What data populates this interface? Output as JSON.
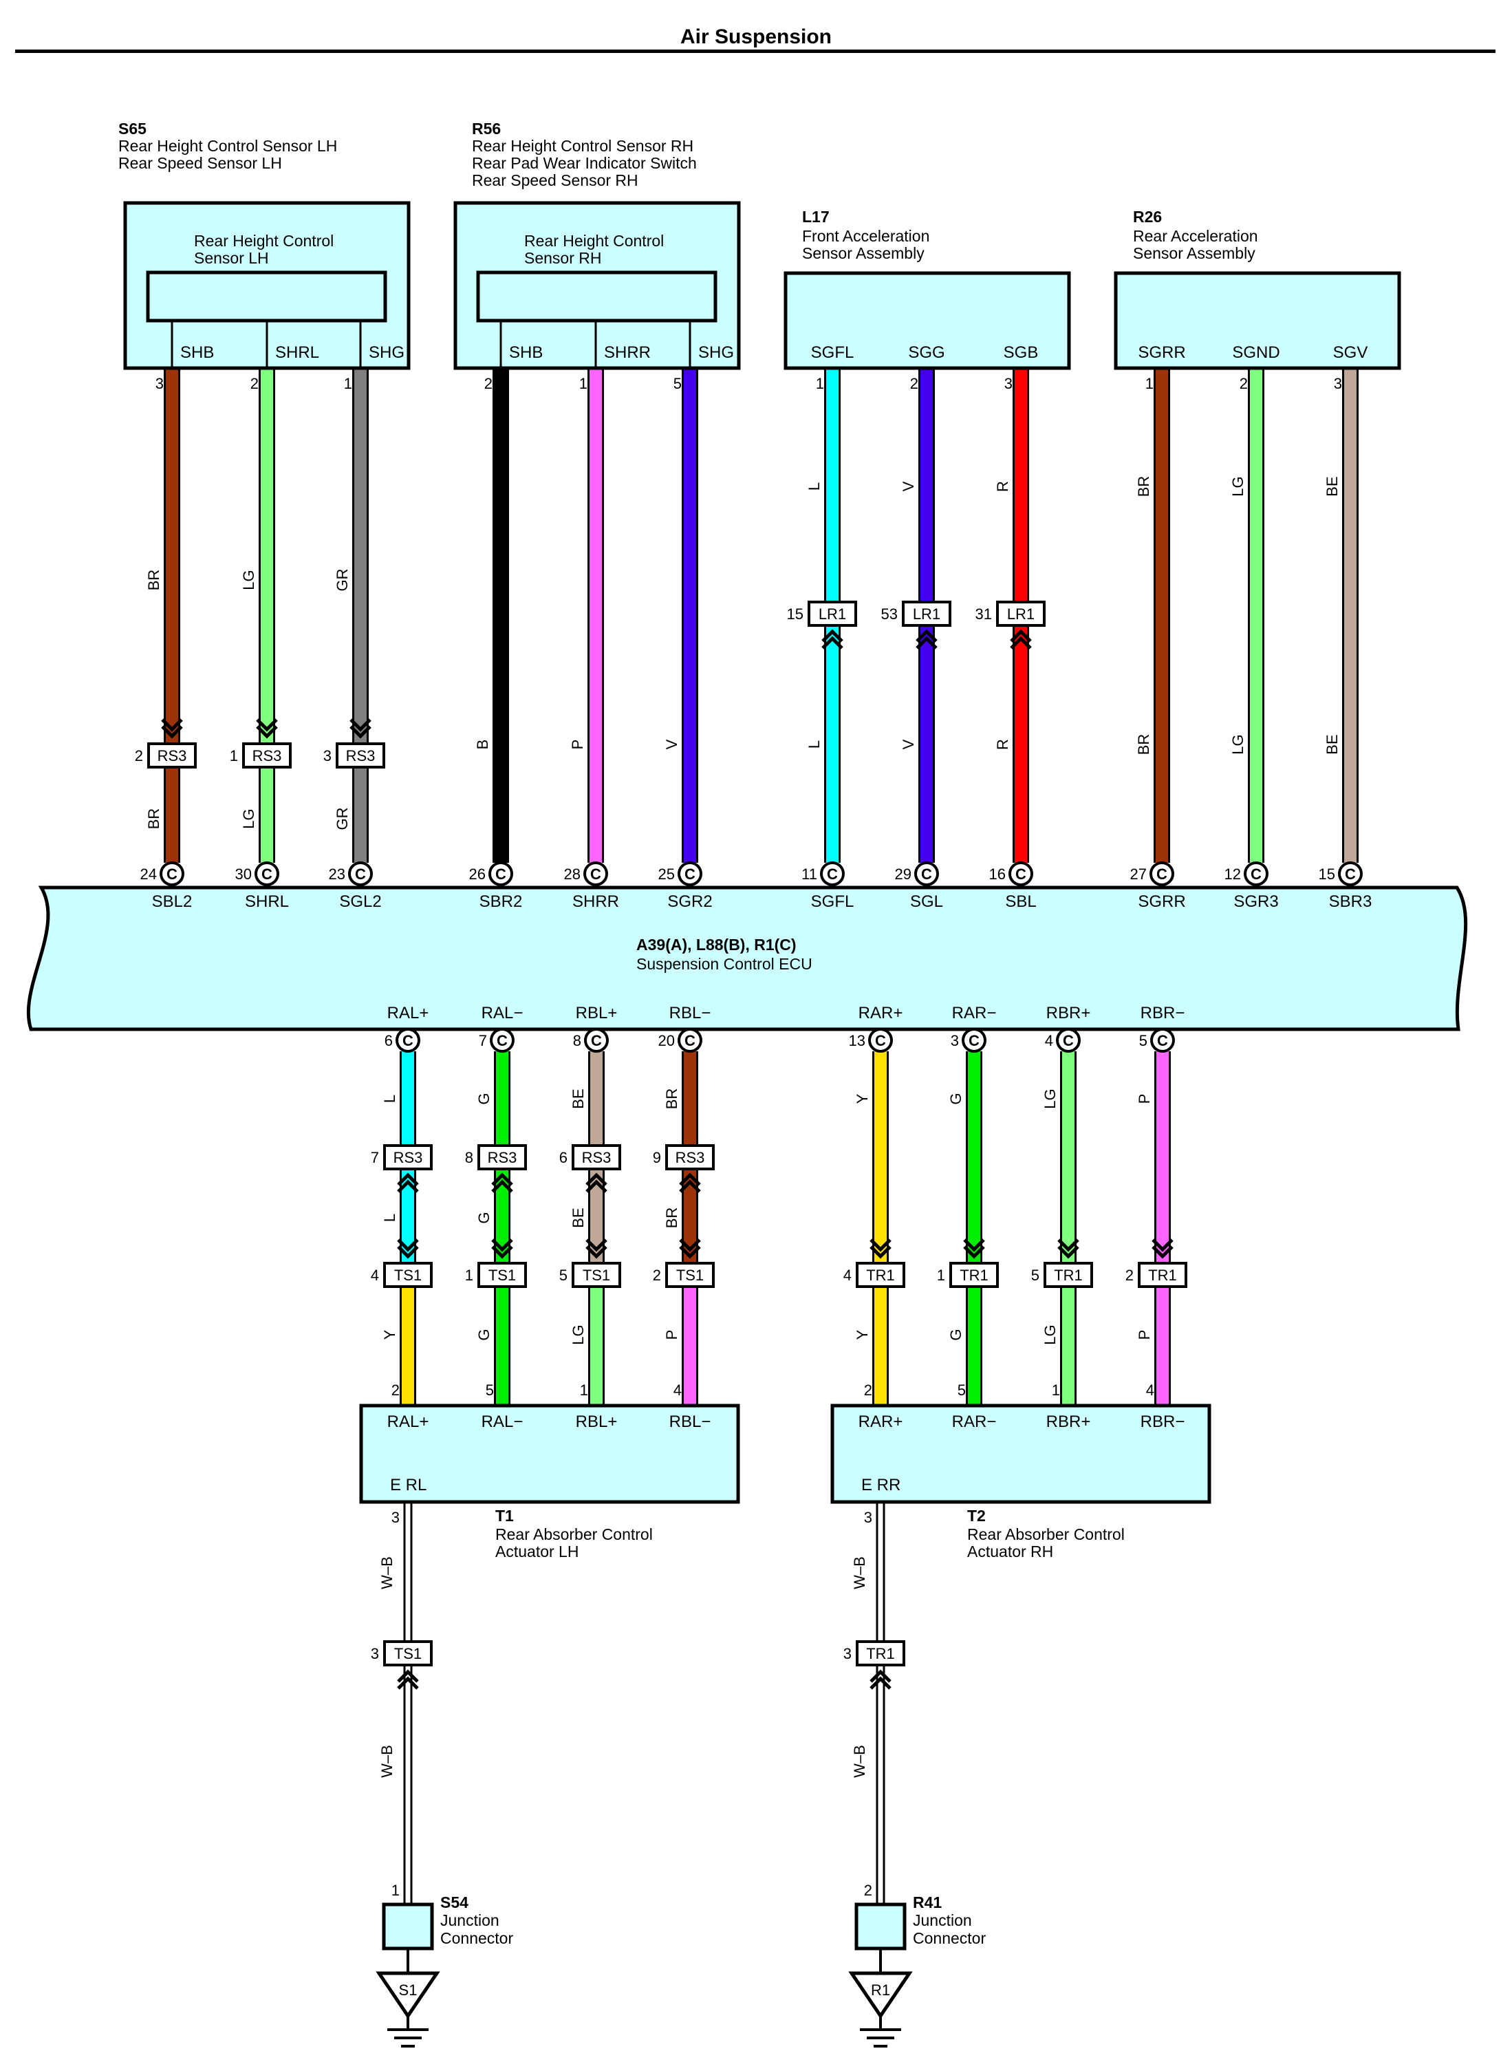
{
  "title": "Air Suspension",
  "colors": {
    "box_fill": "#ccffff",
    "BR": "#9e3308",
    "LG": "#80ff80",
    "GR": "#808080",
    "B": "#000000",
    "P": "#ff66ff",
    "V": "#4400ee",
    "L": "#00ffff",
    "R": "#ff0000",
    "BE": "#c0a898",
    "G": "#00ee00",
    "Y": "#ffe000"
  },
  "ecu": {
    "ref": "A39(A), L88(B), R1(C)",
    "name": "Suspension Control ECU"
  },
  "components": [
    {
      "ref": "S65",
      "lines": [
        "Rear Height Control Sensor LH",
        "Rear Speed Sensor LH"
      ],
      "inner": [
        "Rear Height Control",
        "Sensor LH"
      ],
      "pins": [
        "SHB",
        "SHRL",
        "SHG"
      ]
    },
    {
      "ref": "R56",
      "lines": [
        "Rear Height Control Sensor RH",
        "Rear Pad Wear Indicator Switch",
        "Rear Speed Sensor RH"
      ],
      "inner": [
        "Rear Height Control",
        "Sensor RH"
      ],
      "pins": [
        "SHB",
        "SHRR",
        "SHG"
      ]
    },
    {
      "ref": "L17",
      "lines": [
        "Front Acceleration",
        "Sensor Assembly"
      ],
      "pins": [
        "SGFL",
        "SGG",
        "SGB"
      ]
    },
    {
      "ref": "R26",
      "lines": [
        "Rear Acceleration",
        "Sensor Assembly"
      ],
      "pins": [
        "SGRR",
        "SGND",
        "SGV"
      ]
    },
    {
      "ref": "T1",
      "lines": [
        "Rear Absorber Control",
        "Actuator LH"
      ],
      "pins": [
        "RAL+",
        "RAL−",
        "RBL+",
        "RBL−"
      ],
      "ground_pin": "E RL"
    },
    {
      "ref": "T2",
      "lines": [
        "Rear Absorber Control",
        "Actuator RH"
      ],
      "pins": [
        "RAR+",
        "RAR−",
        "RBR+",
        "RBR−"
      ],
      "ground_pin": "E RR"
    },
    {
      "ref": "S54",
      "lines": [
        "Junction",
        "Connector"
      ]
    },
    {
      "ref": "R41",
      "lines": [
        "Junction",
        "Connector"
      ]
    }
  ],
  "top_wires": [
    {
      "sensor_pin": "3",
      "ecu_pin": "24",
      "ecu_label": "SBL2",
      "color": "BR",
      "lower_color": "BR",
      "conn": "RS3",
      "conn_pin": "2"
    },
    {
      "sensor_pin": "2",
      "ecu_pin": "30",
      "ecu_label": "SHRL",
      "color": "LG",
      "lower_color": "LG",
      "conn": "RS3",
      "conn_pin": "1"
    },
    {
      "sensor_pin": "1",
      "ecu_pin": "23",
      "ecu_label": "SGL2",
      "color": "GR",
      "lower_color": "GR",
      "conn": "RS3",
      "conn_pin": "3"
    },
    {
      "sensor_pin": "2",
      "ecu_pin": "26",
      "ecu_label": "SBR2",
      "color": "B"
    },
    {
      "sensor_pin": "1",
      "ecu_pin": "28",
      "ecu_label": "SHRR",
      "color": "P"
    },
    {
      "sensor_pin": "5",
      "ecu_pin": "25",
      "ecu_label": "SGR2",
      "color": "V"
    },
    {
      "sensor_pin": "1",
      "ecu_pin": "11",
      "ecu_label": "SGFL",
      "color": "L",
      "lower_color": "L",
      "conn": "LR1",
      "conn_pin": "15"
    },
    {
      "sensor_pin": "2",
      "ecu_pin": "29",
      "ecu_label": "SGL",
      "color": "V",
      "lower_color": "V",
      "conn": "LR1",
      "conn_pin": "53"
    },
    {
      "sensor_pin": "3",
      "ecu_pin": "16",
      "ecu_label": "SBL",
      "color": "R",
      "lower_color": "R",
      "conn": "LR1",
      "conn_pin": "31"
    },
    {
      "sensor_pin": "1",
      "ecu_pin": "27",
      "ecu_label": "SGRR",
      "color": "BR",
      "lower_color": "BR"
    },
    {
      "sensor_pin": "2",
      "ecu_pin": "12",
      "ecu_label": "SGR3",
      "color": "LG",
      "lower_color": "LG"
    },
    {
      "sensor_pin": "3",
      "ecu_pin": "15",
      "ecu_label": "SBR3",
      "color": "BE",
      "lower_color": "BE"
    }
  ],
  "bottom_wires": [
    {
      "ecu_label": "RAL+",
      "ecu_pin": "6",
      "color": "L",
      "mid_color": "L",
      "low_color": "Y",
      "c1": "RS3",
      "c1_pin": "7",
      "c2": "TS1",
      "c2_pin": "4",
      "act_pin": "2"
    },
    {
      "ecu_label": "RAL−",
      "ecu_pin": "7",
      "color": "G",
      "mid_color": "G",
      "low_color": "G",
      "c1": "RS3",
      "c1_pin": "8",
      "c2": "TS1",
      "c2_pin": "1",
      "act_pin": "5"
    },
    {
      "ecu_label": "RBL+",
      "ecu_pin": "8",
      "color": "BE",
      "mid_color": "BE",
      "low_color": "LG",
      "c1": "RS3",
      "c1_pin": "6",
      "c2": "TS1",
      "c2_pin": "5",
      "act_pin": "1"
    },
    {
      "ecu_label": "RBL−",
      "ecu_pin": "20",
      "color": "BR",
      "mid_color": "BR",
      "low_color": "P",
      "c1": "RS3",
      "c1_pin": "9",
      "c2": "TS1",
      "c2_pin": "2",
      "act_pin": "4"
    },
    {
      "ecu_label": "RAR+",
      "ecu_pin": "13",
      "color": "Y",
      "low_color": "Y",
      "c2": "TR1",
      "c2_pin": "4",
      "act_pin": "2"
    },
    {
      "ecu_label": "RAR−",
      "ecu_pin": "3",
      "color": "G",
      "low_color": "G",
      "c2": "TR1",
      "c2_pin": "1",
      "act_pin": "5"
    },
    {
      "ecu_label": "RBR+",
      "ecu_pin": "4",
      "color": "LG",
      "low_color": "LG",
      "c2": "TR1",
      "c2_pin": "5",
      "act_pin": "1"
    },
    {
      "ecu_label": "RBR−",
      "ecu_pin": "5",
      "color": "P",
      "low_color": "P",
      "c2": "TR1",
      "c2_pin": "2",
      "act_pin": "4"
    }
  ],
  "ground_runs": [
    {
      "act_pin": "3",
      "color": "W–B",
      "conn": "TS1",
      "conn_pin": "3",
      "jc_pin": "1",
      "ground": "S1"
    },
    {
      "act_pin": "3",
      "color": "W–B",
      "conn": "TR1",
      "conn_pin": "3",
      "jc_pin": "2",
      "ground": "R1"
    }
  ],
  "ecu_connector_glyph": "C"
}
